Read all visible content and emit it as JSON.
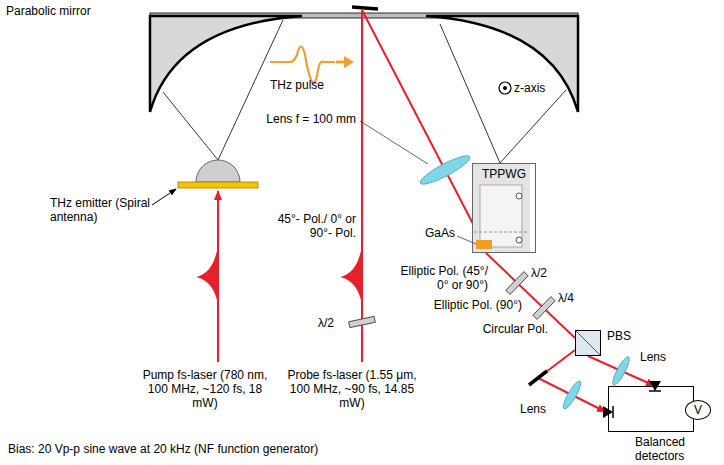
{
  "diagram": {
    "nodes": [
      {
        "text": [
          "TPPWG"
        ]
      },
      {
        "text": [
          "PBS"
        ]
      },
      {
        "text": [
          "Balanced detectors"
        ]
      },
      {
        "text": [
          "V"
        ],
        "in": 2
      }
    ],
    "edges": [
      {
        "from": 0,
        "to": 1,
        "arrow": "none"
      },
      {
        "from": 1,
        "to": 2,
        "arrow": "to"
      }
    ],
    "labels": [
      "Parabolic mirror",
      "THz pulse",
      "z-axis",
      "Lens f = 100 mm",
      "45°- Pol./ 0° or 90°- Pol.",
      "λ/2",
      "GaAs",
      "Elliptic Pol. (45°/ 0° or 90°)",
      "λ/2",
      "Elliptic Pol. (90°)",
      "λ/4",
      "Circular Pol.",
      "Lens",
      "Lens",
      "THz emitter (Spiral antenna)",
      "Pump fs-laser (780 nm, 100 MHz, ~120 fs, 18 mW)",
      "Probe fs-laser (1.55 μm, 100 MHz, ~90 fs, 14.85 mW)",
      "Bias: 20 Vp-p sine wave at 20 kHz (NF function generator)"
    ]
  }
}
